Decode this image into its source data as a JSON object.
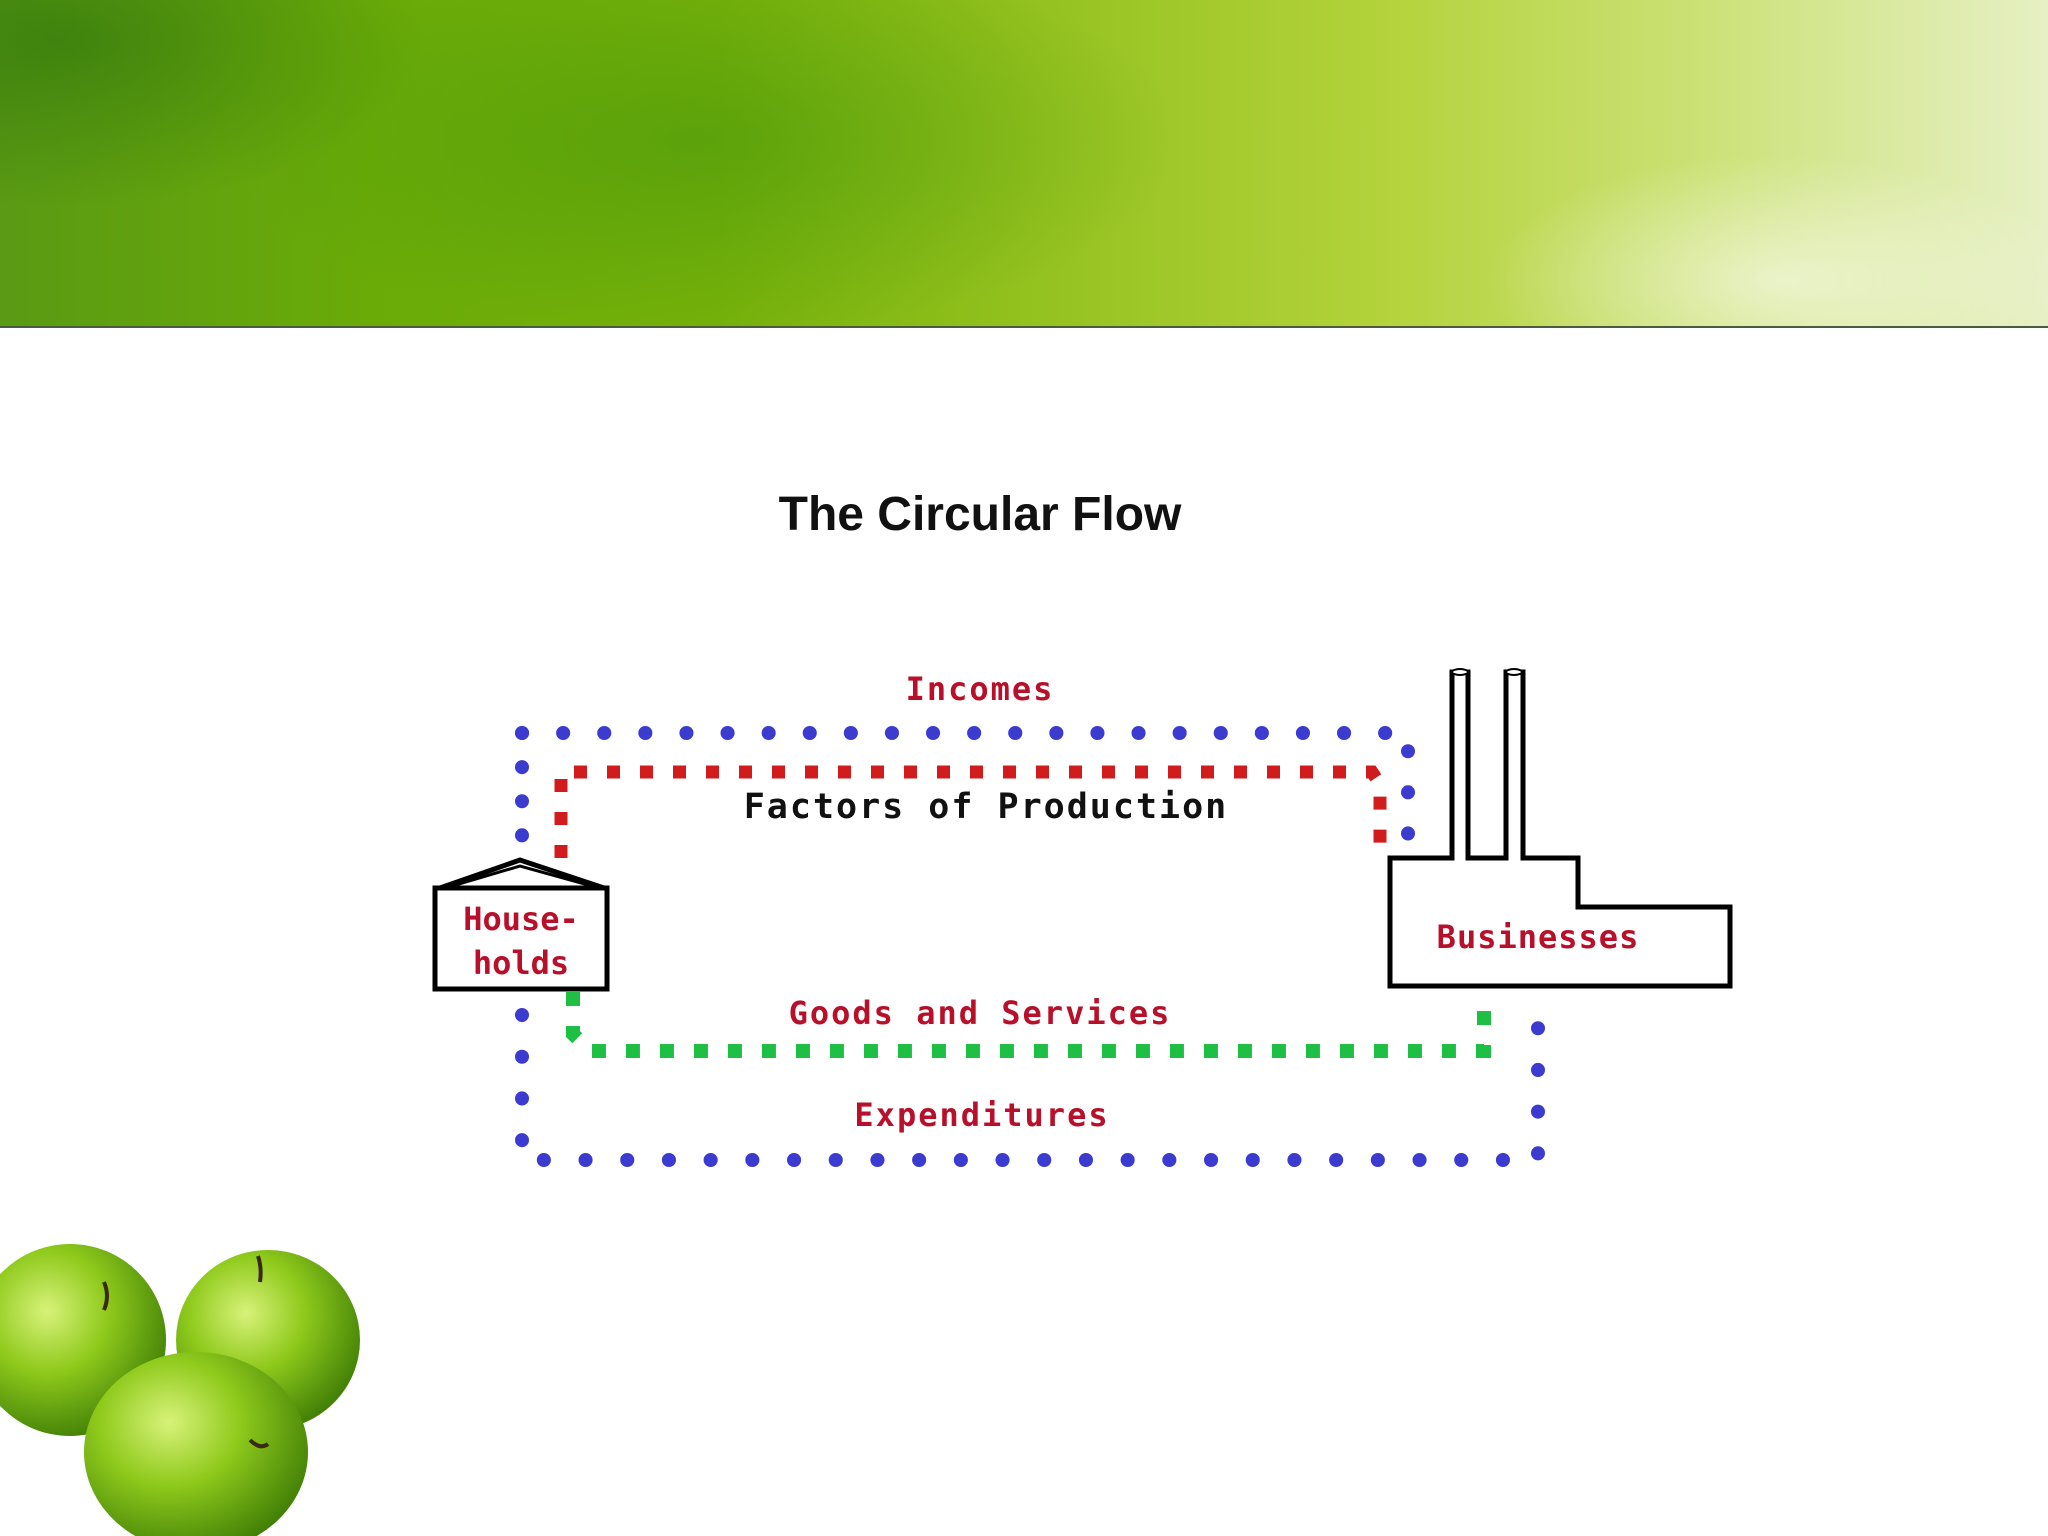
{
  "slide": {
    "title": "The Circular Flow"
  },
  "diagram": {
    "flows": {
      "incomes": "Incomes",
      "factors_of_production": "Factors of Production",
      "goods_and_services": "Goods and Services",
      "expenditures": "Expenditures"
    },
    "nodes": {
      "households_line1": "House-",
      "households_line2": "holds",
      "businesses": "Businesses"
    }
  },
  "colors": {
    "incomes_expenditures_loop": "#3b3bd0",
    "factors_loop": "#d01c1c",
    "goods_loop": "#1fbf45",
    "label_red": "#b8102a"
  },
  "icons": [
    "house-icon",
    "factory-icon",
    "apples-image"
  ]
}
